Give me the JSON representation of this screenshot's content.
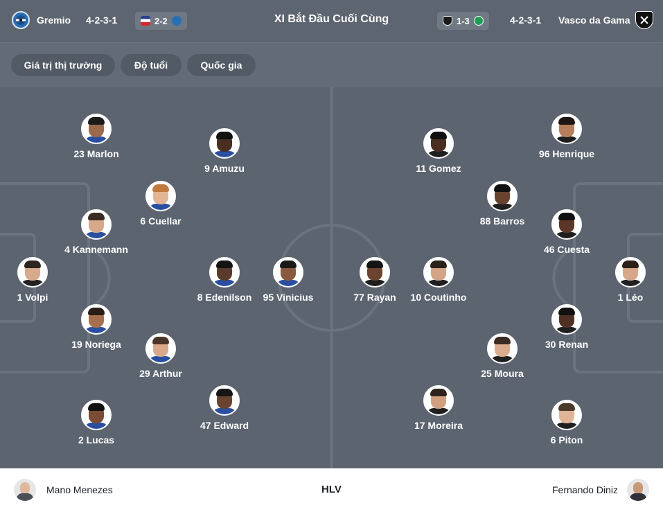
{
  "header": {
    "title": "XI Bắt Đầu Cuối Cùng",
    "home": {
      "name": "Gremio",
      "formation": "4-2-3-1",
      "last_score": "2-2"
    },
    "away": {
      "name": "Vasco da Gama",
      "formation": "4-2-3-1",
      "last_score": "1-3"
    }
  },
  "filters": [
    "Giá trị thị trường",
    "Độ tuổi",
    "Quốc gia"
  ],
  "home_players": [
    {
      "label": "23 Marlon",
      "skin": "#9b6a4c",
      "hair": "#1b1b1b",
      "shirt": "#2a4fa0"
    },
    {
      "label": "9 Amuzu",
      "skin": "#4a2e22",
      "hair": "#111111",
      "shirt": "#2a4fa0"
    },
    {
      "label": "6 Cuellar",
      "skin": "#e2b594",
      "hair": "#c07a3e",
      "shirt": "#2a4fa0"
    },
    {
      "label": "4 Kannemann",
      "skin": "#d7a98a",
      "hair": "#3b2a21",
      "shirt": "#2a4fa0"
    },
    {
      "label": "1 Volpi",
      "skin": "#d8aa8c",
      "hair": "#2d2520",
      "shirt": "#222222"
    },
    {
      "label": "8 Edenilson",
      "skin": "#5a3a2a",
      "hair": "#141414",
      "shirt": "#2a4fa0"
    },
    {
      "label": "95 Vinicius",
      "skin": "#8a5a3e",
      "hair": "#1a1a1a",
      "shirt": "#2a4fa0"
    },
    {
      "label": "19 Noriega",
      "skin": "#a6704f",
      "hair": "#2a1d16",
      "shirt": "#2a4fa0"
    },
    {
      "label": "29 Arthur",
      "skin": "#d9a98a",
      "hair": "#4a3526",
      "shirt": "#2a4fa0"
    },
    {
      "label": "47 Edward",
      "skin": "#6a4330",
      "hair": "#151515",
      "shirt": "#2a4fa0"
    },
    {
      "label": "2 Lucas",
      "skin": "#7a4c34",
      "hair": "#121212",
      "shirt": "#2a4fa0"
    }
  ],
  "away_players": [
    {
      "label": "11 Gomez",
      "skin": "#4a2e22",
      "hair": "#111111",
      "shirt": "#1f1f1f"
    },
    {
      "label": "96 Henrique",
      "skin": "#b57e5c",
      "hair": "#1d1612",
      "shirt": "#1f1f1f"
    },
    {
      "label": "88 Barros",
      "skin": "#6a4330",
      "hair": "#111111",
      "shirt": "#1f1f1f"
    },
    {
      "label": "46 Cuesta",
      "skin": "#5a3726",
      "hair": "#111111",
      "shirt": "#1f1f1f"
    },
    {
      "label": "77 Rayan",
      "skin": "#6b4431",
      "hair": "#141414",
      "shirt": "#1f1f1f"
    },
    {
      "label": "10 Coutinho",
      "skin": "#d4a486",
      "hair": "#2a211b",
      "shirt": "#1f1f1f"
    },
    {
      "label": "1 Léo",
      "skin": "#d6a889",
      "hair": "#2b2119",
      "shirt": "#1f1f1f"
    },
    {
      "label": "30 Renan",
      "skin": "#4f3123",
      "hair": "#111111",
      "shirt": "#1f1f1f"
    },
    {
      "label": "25 Moura",
      "skin": "#d9ac8e",
      "hair": "#3a2c22",
      "shirt": "#1f1f1f"
    },
    {
      "label": "17 Moreira",
      "skin": "#cf9f80",
      "hair": "#2d231c",
      "shirt": "#1f1f1f"
    },
    {
      "label": "6 Piton",
      "skin": "#e0b496",
      "hair": "#4a3a2c",
      "shirt": "#1f1f1f"
    }
  ],
  "coaches": {
    "home": "Mano Menezes",
    "label": "HLV",
    "away": "Fernando Diniz"
  },
  "colors": {
    "header_bg": "#5d6570",
    "pitch_bg": "#5c6470",
    "pitch_lines": "#6b737e",
    "home_logo_blue": "#2a6fb5",
    "away_logo": "#1a1a1a",
    "fortaleza_red": "#d9272e",
    "juventude_green": "#1f9d55"
  }
}
